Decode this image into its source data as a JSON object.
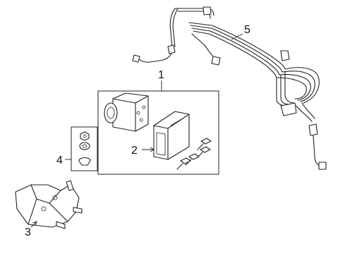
{
  "callouts": {
    "c1": "1",
    "c2": "2",
    "c3": "3",
    "c4": "4",
    "c5": "5"
  },
  "parts": {
    "p1": "abs-modulator-assembly",
    "p2": "control-module",
    "p3": "mounting-bracket",
    "p4": "bushing-kit",
    "p5": "brake-line-harness"
  }
}
